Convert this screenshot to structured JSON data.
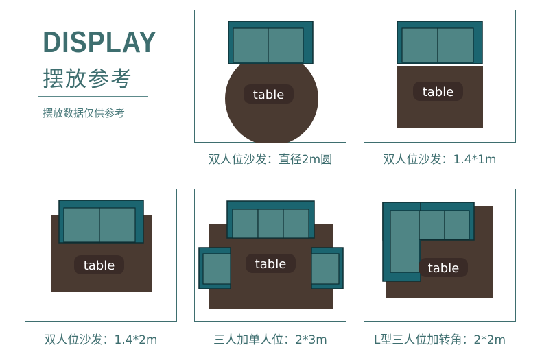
{
  "header": {
    "title_en": "DISPLAY",
    "title_cn": "摆放参考",
    "subtitle": "摆放数据仅供参考"
  },
  "colors": {
    "accent": "#3e6e6f",
    "sofa_frame": "#1b6570",
    "sofa_cushion": "#4f8585",
    "rug": "#4a3a31",
    "label_bg": "#3a2b27"
  },
  "panels": [
    {
      "caption": "双人位沙发：直径2m圆",
      "table_label": "table"
    },
    {
      "caption": "双人位沙发：1.4*1m",
      "table_label": "table"
    },
    {
      "caption": "双人位沙发：1.4*2m",
      "table_label": "table"
    },
    {
      "caption": "三人加单人位：2*3m",
      "table_label": "table"
    },
    {
      "caption": "L型三人位加转角：2*2m",
      "table_label": "table"
    }
  ]
}
